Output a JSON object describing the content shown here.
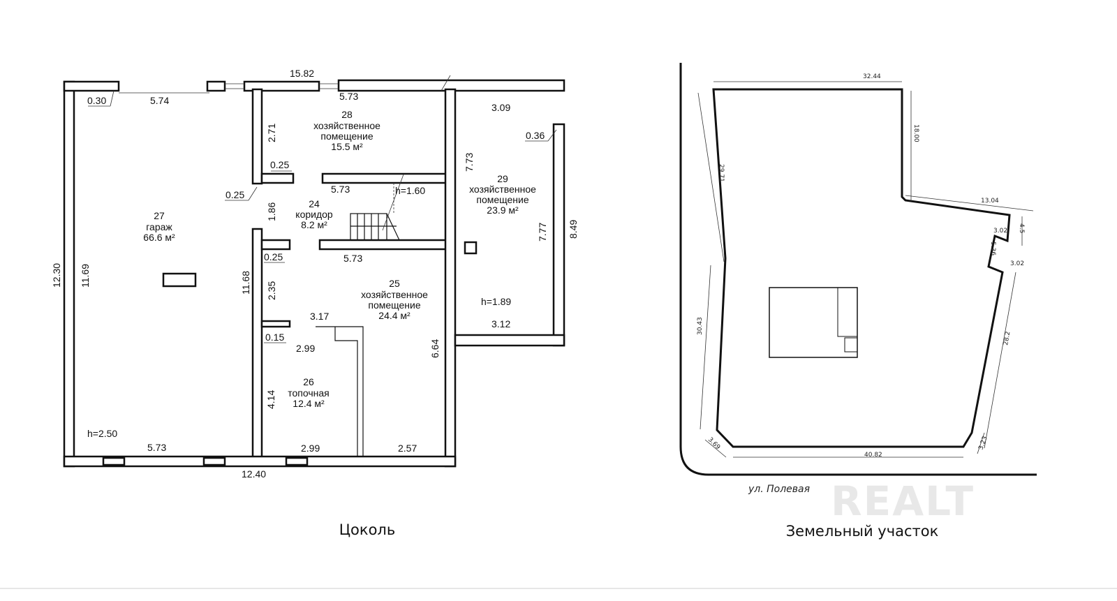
{
  "floor_plan": {
    "caption": "Цоколь",
    "dimensions": {
      "top_total": "15.82",
      "bottom_total": "12.40",
      "left_total": "12.30",
      "right_total": "8.49",
      "garage_top": "5.74",
      "garage_wall": "0.30",
      "garage_bottom": "5.73",
      "garage_left": "11.69",
      "garage_right": "11.68",
      "garage_height": "h=2.50",
      "room28_top": "5.73",
      "room28_side": "2.71",
      "wall_a": "0.25",
      "wall_b": "0.25",
      "wall_c": "0.25",
      "corridor_top": "5.73",
      "corridor_side": "1.86",
      "stair_height": "h=1.60",
      "corridor_bottom": "5.73",
      "room29_top": "3.09",
      "room29_wall": "0.36",
      "room29_left": "7.73",
      "room29_right": "7.77",
      "room29_bottom": "3.12",
      "room29_height": "h=1.89",
      "room25_side": "2.35",
      "room25_right": "6.64",
      "room25_inner": "3.17",
      "room25_bottom": "2.57",
      "room26_wall": "0.15",
      "room26_top": "2.99",
      "room26_side": "4.14",
      "room26_bottom": "2.99"
    },
    "rooms": [
      {
        "number": "27",
        "name": "гараж",
        "area": "66.6 м²"
      },
      {
        "number": "28",
        "name": "хозяйственное помещение",
        "name_line1": "хозяйственное",
        "name_line2": "помещение",
        "area": "15.5 м²"
      },
      {
        "number": "24",
        "name": "коридор",
        "area": "8.2 м²"
      },
      {
        "number": "29",
        "name_line1": "хозяйственное",
        "name_line2": "помещение",
        "area": "23.9 м²"
      },
      {
        "number": "25",
        "name_line1": "хозяйственное",
        "name_line2": "помещение",
        "area": "24.4 м²"
      },
      {
        "number": "26",
        "name": "топочная",
        "area": "12.4 м²"
      }
    ]
  },
  "land_plot": {
    "caption": "Земельный участок",
    "street": "ул. Полевая",
    "dimensions": {
      "top": "32.44",
      "right_upper": "18.00",
      "left_upper": "29.71",
      "left_lower": "30.43",
      "step": "13.04",
      "notch_a": "3.02",
      "notch_b": "4.5",
      "notch_c": "5.36",
      "notch_d": "3.02",
      "right_lower": "28.2",
      "bottom": "40.82",
      "corner_left": "3.69",
      "corner_right": "3.23"
    }
  },
  "watermark": "REALT"
}
